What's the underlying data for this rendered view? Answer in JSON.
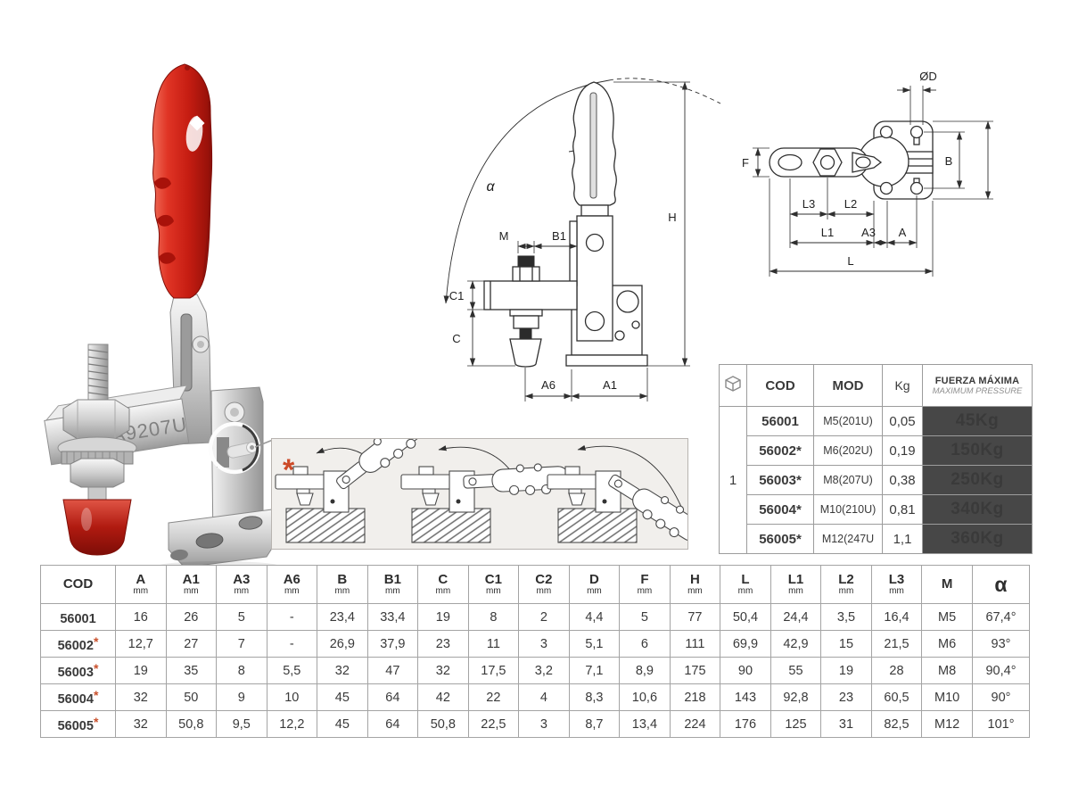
{
  "photo": {
    "stamp": "A9207U"
  },
  "sequence": {
    "marker": "*"
  },
  "side_drawing": {
    "labels": {
      "alpha": "α",
      "m": "M",
      "b1": "B1",
      "c1": "C1",
      "c": "C",
      "a6": "A6",
      "a1": "A1",
      "h": "H"
    }
  },
  "top_drawing": {
    "labels": {
      "od": "ØD",
      "f": "F",
      "b": "B",
      "l3": "L3",
      "l2": "L2",
      "l1": "L1",
      "a3": "A3",
      "a": "A",
      "l": "L"
    }
  },
  "spec_table": {
    "pack_qty": "1",
    "headers": {
      "cod": "COD",
      "mod": "MOD",
      "kg": "Kg",
      "force_line1": "FUERZA MÁXIMA",
      "force_line2": "MAXIMUM PRESSURE"
    },
    "rows": [
      {
        "cod": "56001",
        "star": "",
        "mod": "M5(201U)",
        "kg": "0,05",
        "force": "45Kg"
      },
      {
        "cod": "56002",
        "star": "*",
        "mod": "M6(202U)",
        "kg": "0,19",
        "force": "150Kg"
      },
      {
        "cod": "56003",
        "star": "*",
        "mod": "M8(207U)",
        "kg": "0,38",
        "force": "250Kg"
      },
      {
        "cod": "56004",
        "star": "*",
        "mod": "M10(210U)",
        "kg": "0,81",
        "force": "340Kg"
      },
      {
        "cod": "56005",
        "star": "*",
        "mod": "M12(247U",
        "kg": "1,1",
        "force": "360Kg"
      }
    ]
  },
  "dim_table": {
    "headers": [
      {
        "l": "COD",
        "u": ""
      },
      {
        "l": "A",
        "u": "mm"
      },
      {
        "l": "A1",
        "u": "mm"
      },
      {
        "l": "A3",
        "u": "mm"
      },
      {
        "l": "A6",
        "u": "mm"
      },
      {
        "l": "B",
        "u": "mm"
      },
      {
        "l": "B1",
        "u": "mm"
      },
      {
        "l": "C",
        "u": "mm"
      },
      {
        "l": "C1",
        "u": "mm"
      },
      {
        "l": "C2",
        "u": "mm"
      },
      {
        "l": "D",
        "u": "mm"
      },
      {
        "l": "F",
        "u": "mm"
      },
      {
        "l": "H",
        "u": "mm"
      },
      {
        "l": "L",
        "u": "mm"
      },
      {
        "l": "L1",
        "u": "mm"
      },
      {
        "l": "L2",
        "u": "mm"
      },
      {
        "l": "L3",
        "u": "mm"
      },
      {
        "l": "M",
        "u": ""
      },
      {
        "l": "α",
        "u": ""
      }
    ],
    "rows": [
      {
        "cod": "56001",
        "star": "",
        "values": [
          "16",
          "26",
          "5",
          "-",
          "23,4",
          "33,4",
          "19",
          "8",
          "2",
          "4,4",
          "5",
          "77",
          "50,4",
          "24,4",
          "3,5",
          "16,4",
          "M5",
          "67,4°"
        ]
      },
      {
        "cod": "56002",
        "star": "*",
        "values": [
          "12,7",
          "27",
          "7",
          "-",
          "26,9",
          "37,9",
          "23",
          "11",
          "3",
          "5,1",
          "6",
          "111",
          "69,9",
          "42,9",
          "15",
          "21,5",
          "M6",
          "93°"
        ]
      },
      {
        "cod": "56003",
        "star": "*",
        "values": [
          "19",
          "35",
          "8",
          "5,5",
          "32",
          "47",
          "32",
          "17,5",
          "3,2",
          "7,1",
          "8,9",
          "175",
          "90",
          "55",
          "19",
          "28",
          "M8",
          "90,4°"
        ]
      },
      {
        "cod": "56004",
        "star": "*",
        "values": [
          "32",
          "50",
          "9",
          "10",
          "45",
          "64",
          "42",
          "22",
          "4",
          "8,3",
          "10,6",
          "218",
          "143",
          "92,8",
          "23",
          "60,5",
          "M10",
          "90°"
        ]
      },
      {
        "cod": "56005",
        "star": "*",
        "values": [
          "32",
          "50,8",
          "9,5",
          "12,2",
          "45",
          "64",
          "50,8",
          "22,5",
          "3",
          "8,7",
          "13,4",
          "224",
          "176",
          "125",
          "31",
          "82,5",
          "M12",
          "101°"
        ]
      }
    ]
  },
  "colors": {
    "accent_red": "#c9502c",
    "force_cell_bg": "#474747",
    "handle_red": "#c61d12",
    "table_border": "#a4a4a4",
    "sequence_bg": "#f1efec"
  }
}
